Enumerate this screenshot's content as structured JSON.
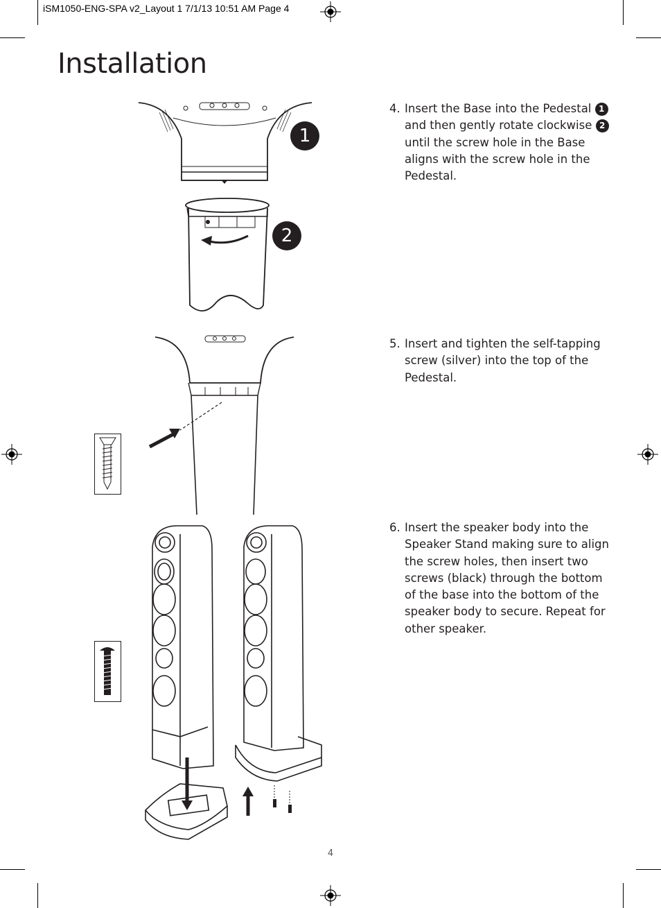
{
  "slug": "iSM1050-ENG-SPA v2_Layout 1  7/1/13  10:51 AM  Page 4",
  "title": "Installation",
  "steps": [
    {
      "number": "4.",
      "parts": [
        "Insert the Base into the Pedestal",
        "and then gently rotate clockwise",
        "until the screw hole in the Base aligns with the screw hole in the Pedestal."
      ],
      "badges": [
        "1",
        "2"
      ]
    },
    {
      "number": "5.",
      "text": "Insert and tighten the self-tapping screw (silver) into the top of the Pedestal."
    },
    {
      "number": "6.",
      "text": "Insert the speaker body into the Speaker Stand making sure to align the screw holes, then insert two screws (black) through the bottom of the base into the bottom of the speaker body to secure. Repeat for other speaker."
    }
  ],
  "callouts": [
    "1",
    "2"
  ],
  "page_number": "4"
}
